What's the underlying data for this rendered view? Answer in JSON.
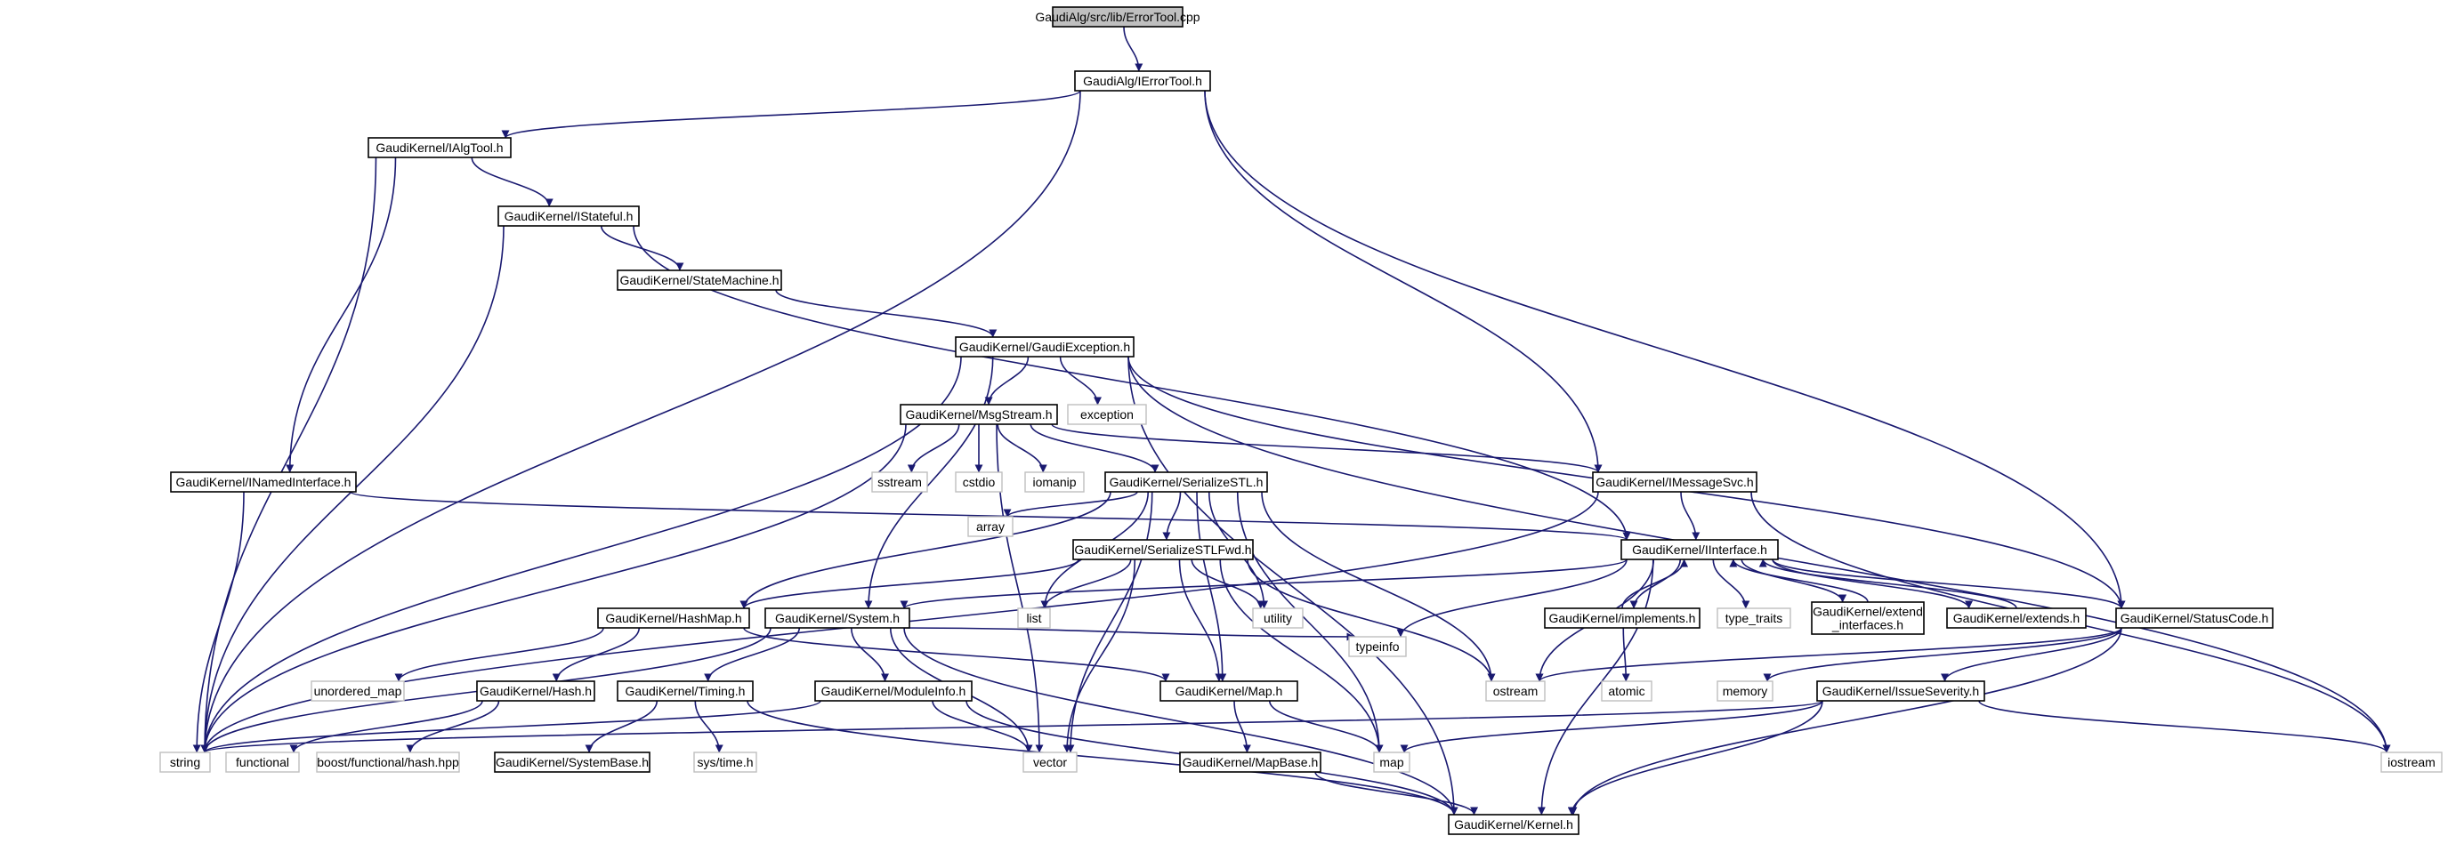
{
  "diagram": {
    "nodes": [
      {
        "id": "root",
        "label": "GaudiAlg/src/lib/ErrorTool.cpp",
        "kind": "root"
      },
      {
        "id": "errortool",
        "label": "GaudiAlg/IErrorTool.h",
        "kind": "doc"
      },
      {
        "id": "ialgtool",
        "label": "GaudiKernel/IAlgTool.h",
        "kind": "doc"
      },
      {
        "id": "istateful",
        "label": "GaudiKernel/IStateful.h",
        "kind": "doc"
      },
      {
        "id": "statemachine",
        "label": "GaudiKernel/StateMachine.h",
        "kind": "doc"
      },
      {
        "id": "gaudiexception",
        "label": "GaudiKernel/GaudiException.h",
        "kind": "doc"
      },
      {
        "id": "msgstream",
        "label": "GaudiKernel/MsgStream.h",
        "kind": "doc"
      },
      {
        "id": "exception",
        "label": "exception",
        "kind": "ext"
      },
      {
        "id": "inamedinterface",
        "label": "GaudiKernel/INamedInterface.h",
        "kind": "doc"
      },
      {
        "id": "sstream",
        "label": "sstream",
        "kind": "ext"
      },
      {
        "id": "cstdio",
        "label": "cstdio",
        "kind": "ext"
      },
      {
        "id": "iomanip",
        "label": "iomanip",
        "kind": "ext"
      },
      {
        "id": "serializestl",
        "label": "GaudiKernel/SerializeSTL.h",
        "kind": "doc"
      },
      {
        "id": "imessagesvc",
        "label": "GaudiKernel/IMessageSvc.h",
        "kind": "doc"
      },
      {
        "id": "array",
        "label": "array",
        "kind": "ext"
      },
      {
        "id": "serializestlfwd",
        "label": "GaudiKernel/SerializeSTLFwd.h",
        "kind": "doc"
      },
      {
        "id": "iinterface",
        "label": "GaudiKernel/IInterface.h",
        "kind": "doc"
      },
      {
        "id": "list",
        "label": "list",
        "kind": "ext"
      },
      {
        "id": "utility",
        "label": "utility",
        "kind": "ext"
      },
      {
        "id": "hashmap",
        "label": "GaudiKernel/HashMap.h",
        "kind": "doc"
      },
      {
        "id": "system",
        "label": "GaudiKernel/System.h",
        "kind": "doc"
      },
      {
        "id": "implements",
        "label": "GaudiKernel/implements.h",
        "kind": "doc"
      },
      {
        "id": "typetraits",
        "label": "type_traits",
        "kind": "ext"
      },
      {
        "id": "extendinterfaces",
        "label": "GaudiKernel/extend\n_interfaces.h",
        "kind": "doc"
      },
      {
        "id": "extends",
        "label": "GaudiKernel/extends.h",
        "kind": "doc"
      },
      {
        "id": "statuscode",
        "label": "GaudiKernel/StatusCode.h",
        "kind": "doc"
      },
      {
        "id": "unorderedmap",
        "label": "unordered_map",
        "kind": "ext"
      },
      {
        "id": "hash",
        "label": "GaudiKernel/Hash.h",
        "kind": "doc"
      },
      {
        "id": "timing",
        "label": "GaudiKernel/Timing.h",
        "kind": "doc"
      },
      {
        "id": "moduleinfo",
        "label": "GaudiKernel/ModuleInfo.h",
        "kind": "doc"
      },
      {
        "id": "map_h",
        "label": "GaudiKernel/Map.h",
        "kind": "doc"
      },
      {
        "id": "typeinfo",
        "label": "typeinfo",
        "kind": "ext"
      },
      {
        "id": "ostream",
        "label": "ostream",
        "kind": "ext"
      },
      {
        "id": "atomic",
        "label": "atomic",
        "kind": "ext"
      },
      {
        "id": "memory",
        "label": "memory",
        "kind": "ext"
      },
      {
        "id": "issueseverity",
        "label": "GaudiKernel/IssueSeverity.h",
        "kind": "doc"
      },
      {
        "id": "string",
        "label": "string",
        "kind": "ext"
      },
      {
        "id": "functional",
        "label": "functional",
        "kind": "ext"
      },
      {
        "id": "boosthash",
        "label": "boost/functional/hash.hpp",
        "kind": "ext"
      },
      {
        "id": "systembase",
        "label": "GaudiKernel/SystemBase.h",
        "kind": "doc"
      },
      {
        "id": "systime",
        "label": "sys/time.h",
        "kind": "ext"
      },
      {
        "id": "vector",
        "label": "vector",
        "kind": "ext"
      },
      {
        "id": "mapbase",
        "label": "GaudiKernel/MapBase.h",
        "kind": "doc"
      },
      {
        "id": "map",
        "label": "map",
        "kind": "ext"
      },
      {
        "id": "iostream",
        "label": "iostream",
        "kind": "ext"
      },
      {
        "id": "kernel",
        "label": "GaudiKernel/Kernel.h",
        "kind": "doc"
      }
    ],
    "edges": [
      [
        "root",
        "errortool"
      ],
      [
        "errortool",
        "ialgtool"
      ],
      [
        "errortool",
        "string"
      ],
      [
        "errortool",
        "imessagesvc"
      ],
      [
        "errortool",
        "statuscode"
      ],
      [
        "ialgtool",
        "istateful"
      ],
      [
        "ialgtool",
        "inamedinterface"
      ],
      [
        "ialgtool",
        "string"
      ],
      [
        "istateful",
        "statemachine"
      ],
      [
        "istateful",
        "string"
      ],
      [
        "istateful",
        "iinterface"
      ],
      [
        "statemachine",
        "gaudiexception"
      ],
      [
        "gaudiexception",
        "msgstream"
      ],
      [
        "gaudiexception",
        "exception"
      ],
      [
        "gaudiexception",
        "system"
      ],
      [
        "gaudiexception",
        "string"
      ],
      [
        "gaudiexception",
        "statuscode"
      ],
      [
        "gaudiexception",
        "iostream"
      ],
      [
        "gaudiexception",
        "kernel"
      ],
      [
        "msgstream",
        "sstream"
      ],
      [
        "msgstream",
        "cstdio"
      ],
      [
        "msgstream",
        "iomanip"
      ],
      [
        "msgstream",
        "serializestl"
      ],
      [
        "msgstream",
        "imessagesvc"
      ],
      [
        "msgstream",
        "string"
      ],
      [
        "msgstream",
        "vector"
      ],
      [
        "inamedinterface",
        "iinterface"
      ],
      [
        "inamedinterface",
        "string"
      ],
      [
        "serializestl",
        "array"
      ],
      [
        "serializestl",
        "serializestlfwd"
      ],
      [
        "serializestl",
        "hashmap"
      ],
      [
        "serializestl",
        "list"
      ],
      [
        "serializestl",
        "utility"
      ],
      [
        "serializestl",
        "map_h"
      ],
      [
        "serializestl",
        "vector"
      ],
      [
        "serializestl",
        "map"
      ],
      [
        "serializestl",
        "ostream"
      ],
      [
        "imessagesvc",
        "iinterface"
      ],
      [
        "imessagesvc",
        "string"
      ],
      [
        "imessagesvc",
        "iostream"
      ],
      [
        "serializestlfwd",
        "hashmap"
      ],
      [
        "serializestlfwd",
        "list"
      ],
      [
        "serializestlfwd",
        "utility"
      ],
      [
        "serializestlfwd",
        "map_h"
      ],
      [
        "serializestlfwd",
        "vector"
      ],
      [
        "serializestlfwd",
        "map"
      ],
      [
        "serializestlfwd",
        "ostream"
      ],
      [
        "iinterface",
        "system"
      ],
      [
        "iinterface",
        "implements"
      ],
      [
        "iinterface",
        "typetraits"
      ],
      [
        "iinterface",
        "extendinterfaces"
      ],
      [
        "iinterface",
        "extends"
      ],
      [
        "iinterface",
        "statuscode"
      ],
      [
        "iinterface",
        "typeinfo"
      ],
      [
        "iinterface",
        "ostream"
      ],
      [
        "iinterface",
        "kernel"
      ],
      [
        "implements",
        "iinterface"
      ],
      [
        "implements",
        "atomic"
      ],
      [
        "extendinterfaces",
        "iinterface"
      ],
      [
        "extends",
        "iinterface"
      ],
      [
        "hashmap",
        "unorderedmap"
      ],
      [
        "hashmap",
        "hash"
      ],
      [
        "hashmap",
        "map_h"
      ],
      [
        "system",
        "timing"
      ],
      [
        "system",
        "moduleinfo"
      ],
      [
        "system",
        "typeinfo"
      ],
      [
        "system",
        "string"
      ],
      [
        "system",
        "vector"
      ],
      [
        "system",
        "kernel"
      ],
      [
        "statuscode",
        "ostream"
      ],
      [
        "statuscode",
        "memory"
      ],
      [
        "statuscode",
        "issueseverity"
      ],
      [
        "statuscode",
        "kernel"
      ],
      [
        "hash",
        "functional"
      ],
      [
        "hash",
        "boosthash"
      ],
      [
        "timing",
        "systembase"
      ],
      [
        "timing",
        "systime"
      ],
      [
        "timing",
        "kernel"
      ],
      [
        "moduleinfo",
        "string"
      ],
      [
        "moduleinfo",
        "vector"
      ],
      [
        "moduleinfo",
        "kernel"
      ],
      [
        "map_h",
        "mapbase"
      ],
      [
        "map_h",
        "map"
      ],
      [
        "issueseverity",
        "string"
      ],
      [
        "issueseverity",
        "map"
      ],
      [
        "issueseverity",
        "iostream"
      ],
      [
        "issueseverity",
        "kernel"
      ],
      [
        "mapbase",
        "kernel"
      ]
    ]
  },
  "colors": {
    "edge": "#191970",
    "root_fill": "#bfbfbf",
    "ext_border": "#bfbfbf",
    "node_border": "#000000"
  }
}
